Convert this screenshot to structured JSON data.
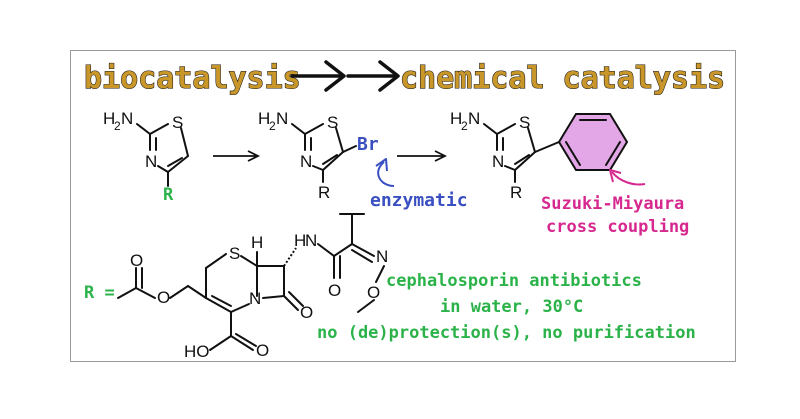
{
  "header": {
    "left": "biocatalysis",
    "right": "chemical catalysis"
  },
  "atoms": {
    "h2n": "H",
    "h2n_sub": "2",
    "h2n_n": "N",
    "s": "S",
    "n": "N",
    "r": "R",
    "br": "Br",
    "h": "H",
    "o": "O",
    "hn": "N",
    "ho": "HO"
  },
  "labels": {
    "enzymatic": "enzymatic",
    "suzuki_line1": "Suzuki-Miyaura",
    "suzuki_line2": "cross coupling",
    "r_equals": "R =",
    "r_equals_note": ""
  },
  "conditions": [
    "cephalosporin antibiotics",
    "in water, 30°C",
    "no (de)protection(s), no purification"
  ],
  "colors": {
    "header_fill": "#c9962a",
    "green": "#2bb34a",
    "blue": "#3a4fc1",
    "pink": "#d6288f",
    "benzene": "#e3a6e6"
  }
}
